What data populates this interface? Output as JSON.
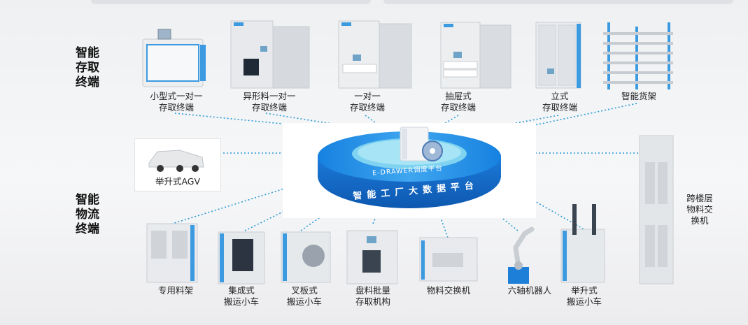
{
  "sections": {
    "storage_title": "智能\n存取\n终端",
    "logistics_title": "智能\n物流\n终端"
  },
  "hub": {
    "inner_label": "E-DRAWER调度平台",
    "outer_label": "智能工厂大数据平台"
  },
  "storage_terminals": [
    {
      "label": "小型式一对一\n存取终端",
      "icon": "small-storage-machine"
    },
    {
      "label": "异形料一对一\n存取终端",
      "icon": "irregular-storage-machine"
    },
    {
      "label": "一对一\n存取终端",
      "icon": "one-to-one-storage-machine"
    },
    {
      "label": "抽屉式\n存取终端",
      "icon": "drawer-storage-machine"
    },
    {
      "label": "立式\n存取终端",
      "icon": "vertical-storage-machine"
    },
    {
      "label": "智能货架",
      "icon": "smart-shelf"
    }
  ],
  "agv": {
    "label": "举升式AGV",
    "icon": "agv-vehicle"
  },
  "exchanger": {
    "label": "跨楼层\n物料交\n换机",
    "icon": "cross-floor-exchanger"
  },
  "logistics_terminals": [
    {
      "label": "专用料架",
      "icon": "material-rack"
    },
    {
      "label": "集成式\n搬运小车",
      "icon": "integrated-cart"
    },
    {
      "label": "叉板式\n搬运小车",
      "icon": "fork-cart"
    },
    {
      "label": "盘料批量\n存取机构",
      "icon": "reel-batch-machine"
    },
    {
      "label": "物料交换机",
      "icon": "material-exchanger"
    },
    {
      "label": "六轴机器人",
      "icon": "six-axis-robot"
    },
    {
      "label": "举升式\n搬运小车",
      "icon": "lift-cart"
    }
  ],
  "colors": {
    "accent": "#1e7fd8",
    "line": "#2a9ad6",
    "machine": "#e9ebee",
    "trim": "#3b9ae0"
  }
}
